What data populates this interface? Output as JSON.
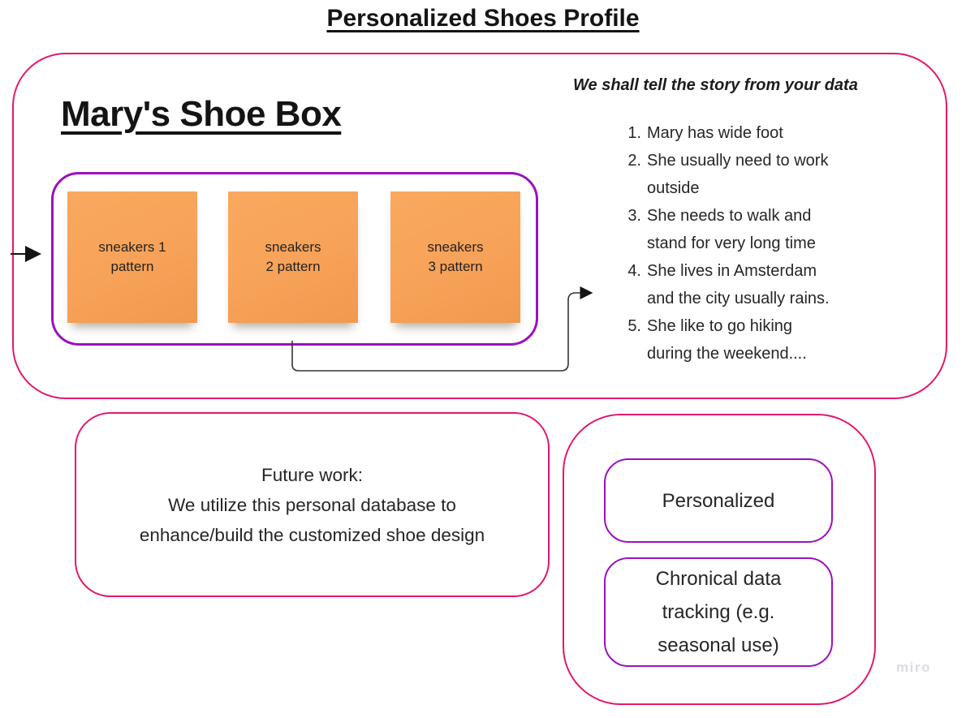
{
  "page": {
    "title": "Personalized Shoes Profile",
    "watermark": "miro"
  },
  "colors": {
    "frame_pink": "#E3186E",
    "shape_purple": "#9B11BF",
    "sticky_orange": "#F7A258",
    "text_dark": "#262626",
    "watermark_gray": "#DADBE3",
    "connector_black": "#1a1a1a"
  },
  "shoe_box": {
    "heading": "Mary's Shoe Box",
    "stickies": [
      {
        "text": "sneakers 1\npattern"
      },
      {
        "text": "sneakers\n2 pattern"
      },
      {
        "text": "sneakers\n3 pattern"
      }
    ]
  },
  "story": {
    "heading": "We shall tell the story from your data",
    "items": [
      {
        "num": "1.",
        "text": "Mary has wide foot"
      },
      {
        "num": "2.",
        "text": "She usually need to work\noutside"
      },
      {
        "num": "3.",
        "text": "She needs to walk and\nstand for very long time"
      },
      {
        "num": "4.",
        "text": "She lives in Amsterdam\nand the city usually rains."
      },
      {
        "num": "5.",
        "text": "She like to go hiking\nduring the weekend...."
      }
    ]
  },
  "future_work": {
    "text": "Future work:\nWe utilize this personal database to\nenhance/build the customized shoe design"
  },
  "benefits": {
    "personalized": "Personalized",
    "chronical": "Chronical data\ntracking (e.g.\nseasonal use)"
  }
}
